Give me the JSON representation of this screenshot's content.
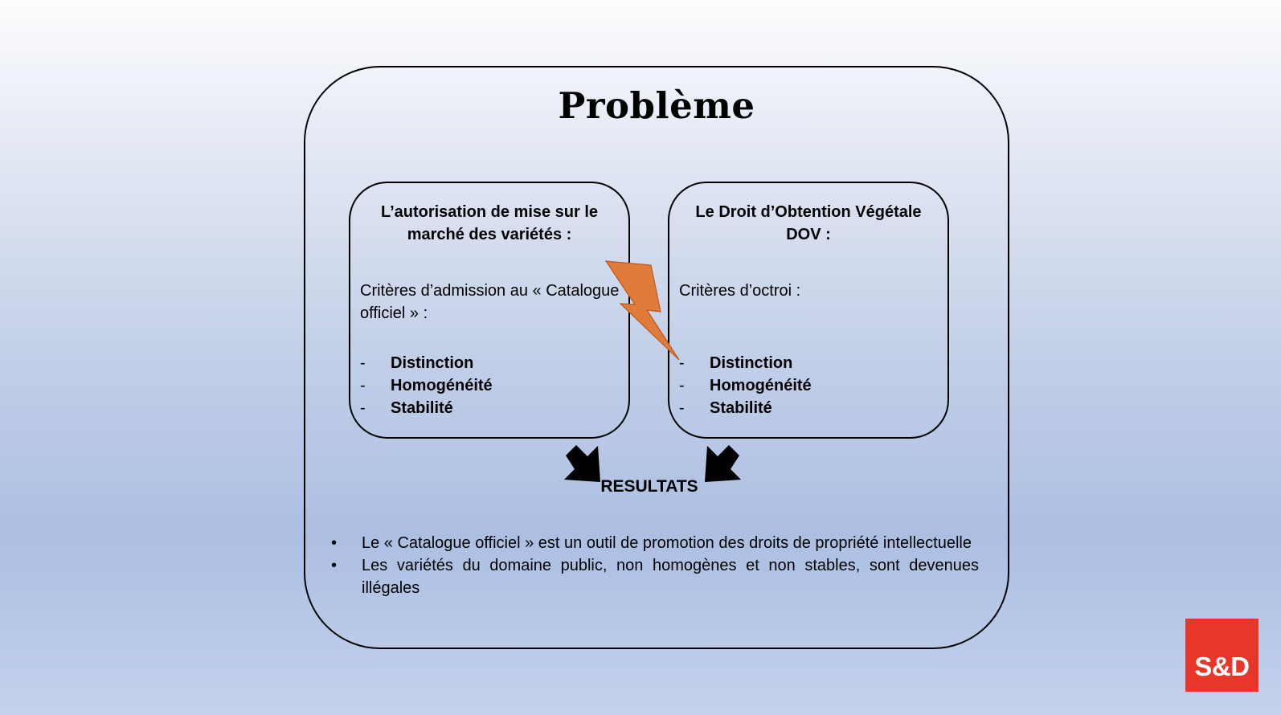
{
  "title": "Problème",
  "left_box": {
    "heading": "L’autorisation de mise sur le marché des variétés :",
    "criteria_intro": "Critères d’admission au « Catalogue officiel » :",
    "criteria": [
      "Distinction",
      "Homogénéité",
      "Stabilité"
    ]
  },
  "right_box": {
    "heading": "Le Droit d’Obtention Végétale DOV :",
    "criteria_intro": "Critères d’octroi :",
    "criteria": [
      "Distinction",
      "Homogénéité",
      "Stabilité"
    ]
  },
  "list_marker": "-",
  "bullet_marker": "•",
  "results_label": "RESULTATS",
  "results": [
    "Le « Catalogue officiel » est un outil de promotion des droits de propriété intellectuelle",
    "Les variétés du domaine public, non homogènes et non stables, sont devenues illégales"
  ],
  "logo": "S&D",
  "colors": {
    "lightning": "#e07b39",
    "logo_bg": "#e8372a",
    "arrows": "#000000"
  },
  "icons": [
    "lightning-bolt-icon",
    "arrow-down-right-icon",
    "arrow-down-left-icon"
  ]
}
